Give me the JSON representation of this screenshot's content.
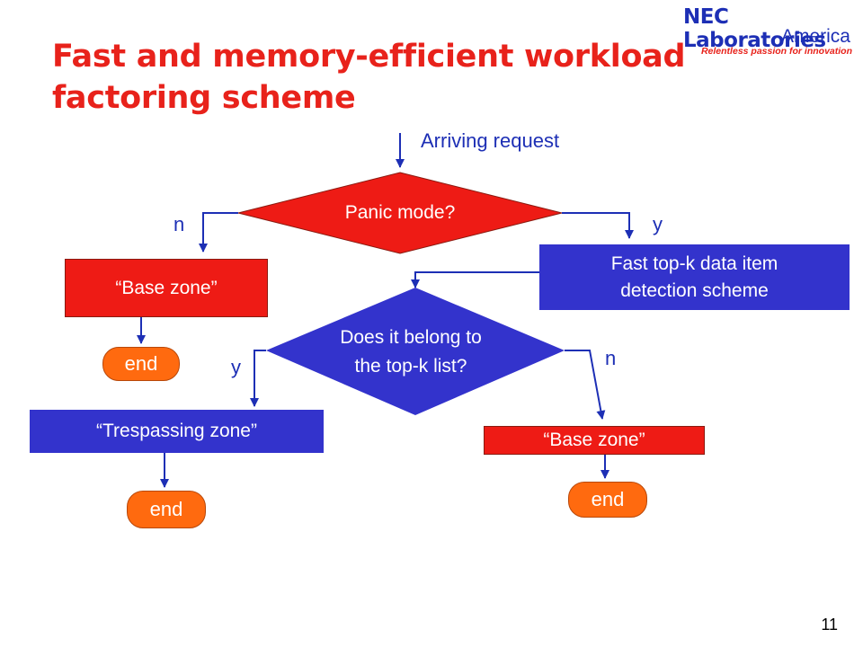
{
  "title": "Fast and memory-efficient workload factoring scheme",
  "logo": {
    "line1": "NEC Laboratories",
    "line2": "America",
    "tagline": "Relentless passion for innovation"
  },
  "flow": {
    "arriving": "Arriving request",
    "panic": "Panic mode?",
    "panic_no": "n",
    "panic_yes": "y",
    "base_zone_left": "“Base zone”",
    "end_1": "end",
    "fast_topk_line1": "Fast top-k data item",
    "fast_topk_line2": "detection scheme",
    "belong_line1": "Does it belong to",
    "belong_line2": "the top-k list?",
    "belong_yes": "y",
    "belong_no": "n",
    "trespassing": "“Trespassing zone”",
    "end_2": "end",
    "base_zone_right": "“Base zone”",
    "end_3": "end"
  },
  "colors": {
    "title": "#e8221b",
    "red_box": "#ee1b15",
    "blue_box": "#3333cc",
    "end_box": "#ff6a0f",
    "arrow": "#1d2fb5"
  },
  "page_number": "11"
}
